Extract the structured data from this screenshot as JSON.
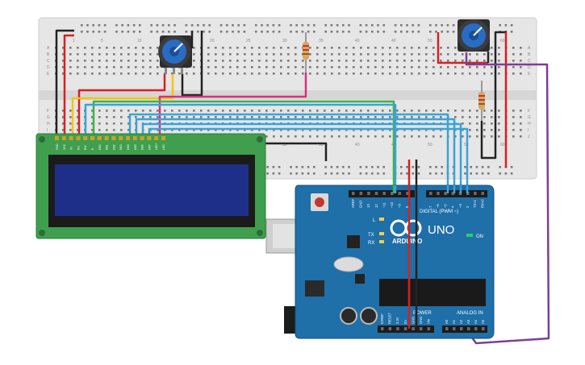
{
  "breadboard": {
    "row_labels_left": [
      "A",
      "B",
      "C",
      "D",
      "E",
      "F",
      "G",
      "H",
      "I",
      "J"
    ],
    "column_numbers": [
      "1",
      "5",
      "10",
      "15",
      "20",
      "25",
      "30",
      "35",
      "40",
      "45",
      "50",
      "55",
      "60"
    ]
  },
  "lcd": {
    "pin_labels": [
      "GND",
      "VCC",
      "V0",
      "RS",
      "RW",
      "E",
      "DB0",
      "DB1",
      "DB2",
      "DB3",
      "DB4",
      "DB5",
      "DB6",
      "DB7",
      "LED+",
      "LED-"
    ]
  },
  "arduino": {
    "logo_text": "ARDUINO",
    "model_text": "UNO",
    "digital_label": "DIGITAL (PWM ~)",
    "digital_pins": [
      "AREF",
      "GND",
      "13",
      "12",
      "~11",
      "~10",
      "~9",
      "8",
      "7",
      "~6",
      "~5",
      "4",
      "~3",
      "2",
      "TX>1",
      "RX<0"
    ],
    "on_label": "ON",
    "l_label": "L",
    "tx_label": "TX",
    "rx_label": "RX",
    "power_label": "POWER",
    "analog_label": "ANALOG IN",
    "power_pins": [
      "IOREF",
      "RESET",
      "3.3V",
      "5V",
      "GND",
      "GND",
      "Vin"
    ],
    "analog_pins": [
      "A0",
      "A1",
      "A2",
      "A3",
      "A4",
      "A5"
    ]
  },
  "colors": {
    "board_blue": "#1f6fa8",
    "lcd_green": "#3f9f4e",
    "lcd_screen": "#1e2f8a",
    "breadboard": "#e4e4e4",
    "wire_red": "#d62020",
    "wire_black": "#222222",
    "wire_yellow": "#f2c417",
    "wire_green": "#3db34a",
    "wire_blue": "#3aa3d8",
    "wire_magenta": "#d4317e",
    "wire_purple": "#7b3f98"
  }
}
